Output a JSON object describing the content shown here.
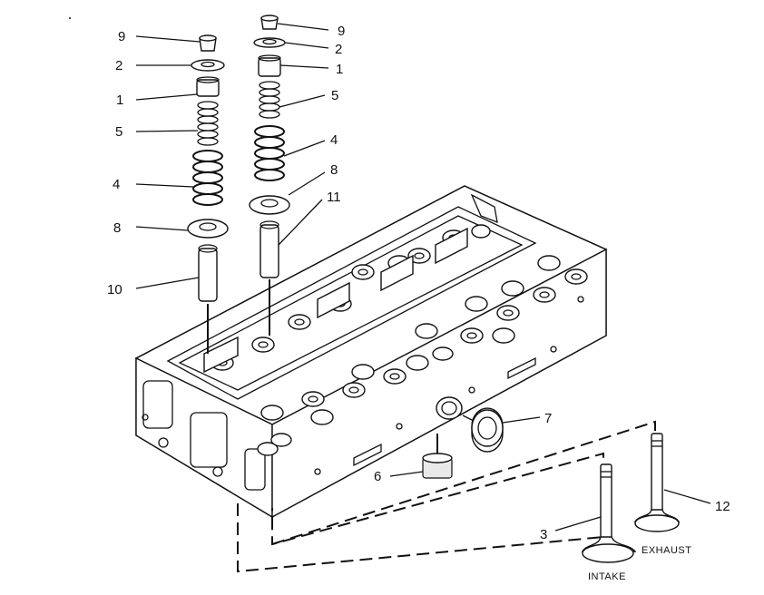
{
  "callouts": {
    "left_9": "9",
    "left_2": "2",
    "left_1": "1",
    "left_5": "5",
    "left_4": "4",
    "left_8": "8",
    "left_10": "10",
    "right_9": "9",
    "right_2": "2",
    "right_1": "1",
    "right_5": "5",
    "right_4": "4",
    "right_8": "8",
    "right_11": "11",
    "p7": "7",
    "p6": "6",
    "p3": "3",
    "p12": "12"
  },
  "valve_labels": {
    "intake": "INTAKE",
    "exhaust": "EXHAUST"
  }
}
